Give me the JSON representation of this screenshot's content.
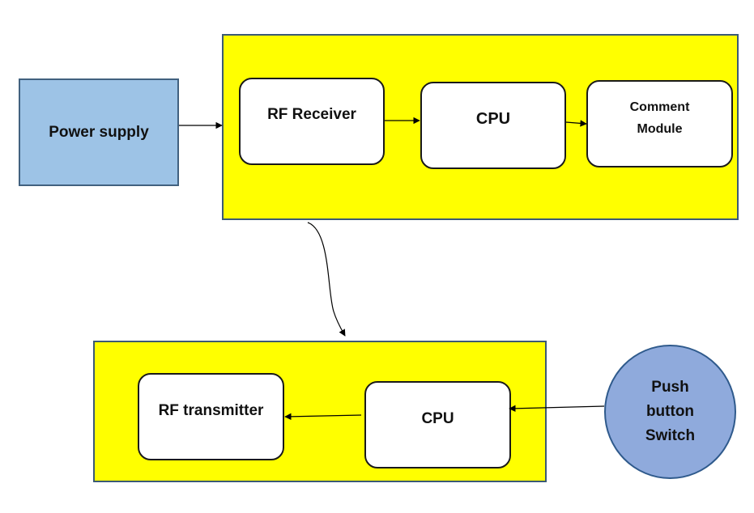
{
  "power_supply": {
    "label": "Power supply"
  },
  "receiver_unit": {
    "rf_receiver": {
      "label": "RF Receiver"
    },
    "cpu": {
      "label": "CPU"
    },
    "comment_module": {
      "label": "Comment\nModule"
    }
  },
  "transmitter_unit": {
    "rf_transmitter": {
      "label": "RF transmitter"
    },
    "cpu": {
      "label": "CPU"
    }
  },
  "push_button": {
    "label": "Push\nbutton\nSwitch"
  },
  "colors": {
    "container_fill": "#ffff00",
    "power_fill": "#9dc3e6",
    "circle_fill": "#8faadc",
    "box_fill": "#ffffff"
  }
}
